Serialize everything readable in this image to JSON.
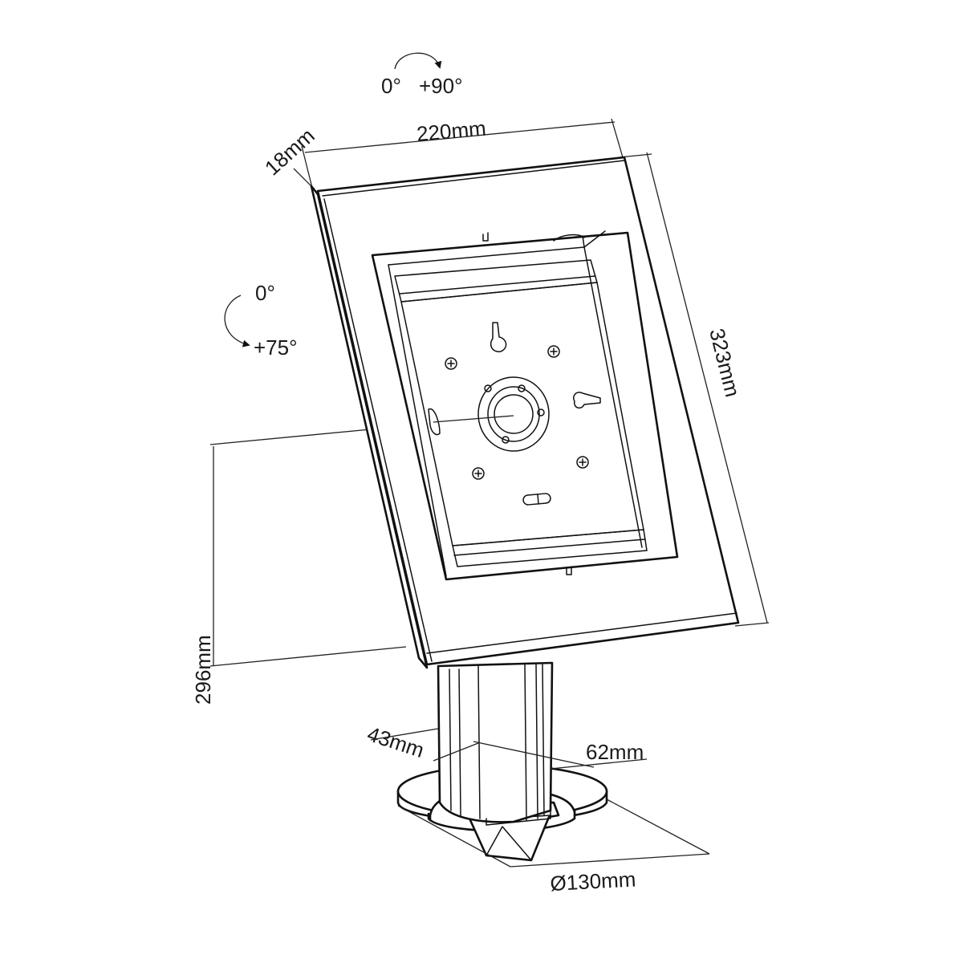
{
  "labels": {
    "rotate_start": "0°",
    "rotate_end": "+90°",
    "tilt_start": "0°",
    "tilt_end": "+75°",
    "width": "220mm",
    "depth": "18mm",
    "height": "323mm",
    "stand_height": "296mm",
    "pole_depth": "43mm",
    "pole_width": "62mm",
    "base_diameter": "Ø130mm"
  },
  "colors": {
    "line": "#111111",
    "background": "#ffffff"
  }
}
